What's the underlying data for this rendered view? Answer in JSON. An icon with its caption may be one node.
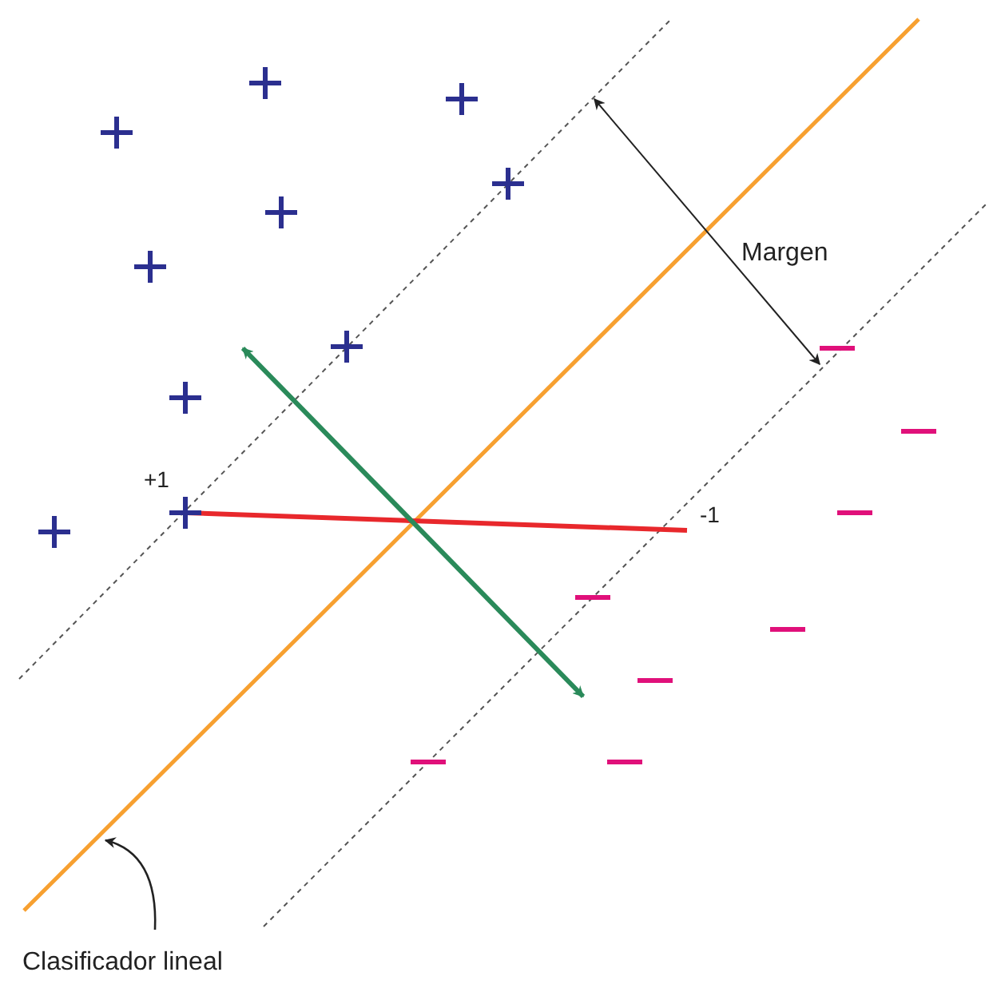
{
  "diagram": {
    "nodes": [
      {
        "text": [
          "Clasificador lineal"
        ]
      },
      {
        "text": [],
        "shape": "line"
      }
    ],
    "edges": [
      {
        "from": 0,
        "to": 1,
        "arrow": "to"
      }
    ],
    "labels": [
      "Margen",
      "+1",
      "-1"
    ]
  }
}
